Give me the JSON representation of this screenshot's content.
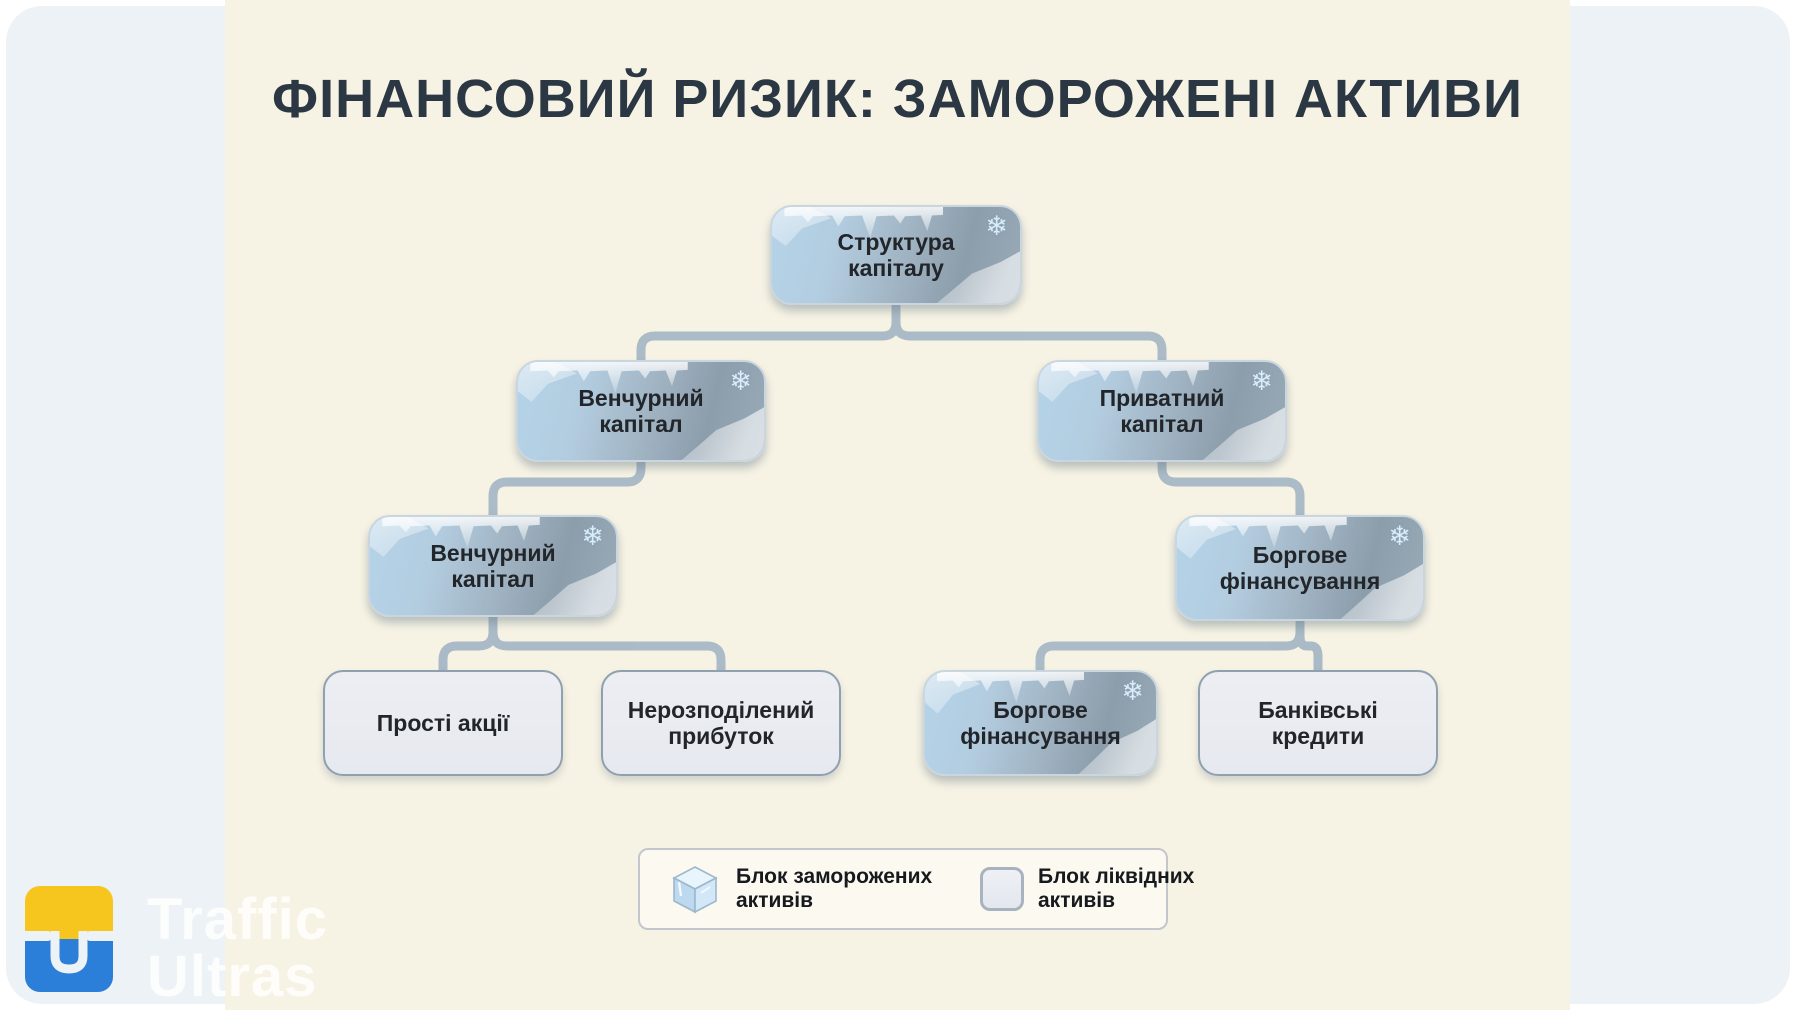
{
  "title": "ФІНАНСОВИЙ РИЗИК: ЗАМОРОЖЕНІ АКТИВИ",
  "colors": {
    "canvas_panel": "#edf2f6",
    "card": "#f7f3e4",
    "connector": "#a4b6c4",
    "frozen_gradient_start": "#b4d3e8",
    "frozen_gradient_end": "#8c9dab",
    "liquid_fill": "#e9ebf1",
    "liquid_border": "#8fa0af",
    "title_text": "#2b3844",
    "brand_yellow": "#f6c51e",
    "brand_blue": "#2b7fd9"
  },
  "nodes": [
    {
      "id": "root",
      "label": "Структура капіталу",
      "type": "frozen"
    },
    {
      "id": "l2l",
      "label": "Венчурний капітал",
      "type": "frozen"
    },
    {
      "id": "l2r",
      "label": "Приватний капітал",
      "type": "frozen"
    },
    {
      "id": "l3l",
      "label": "Венчурний капітал",
      "type": "frozen"
    },
    {
      "id": "l3r",
      "label": "Боргове фінансування",
      "type": "frozen"
    },
    {
      "id": "leaf1",
      "label": "Прості акції",
      "type": "liquid"
    },
    {
      "id": "leaf2",
      "label": "Нерозподілений прибуток",
      "type": "liquid"
    },
    {
      "id": "leaf3",
      "label": "Боргове фінансування",
      "type": "frozen"
    },
    {
      "id": "leaf4",
      "label": "Банківські кредити",
      "type": "liquid"
    }
  ],
  "icons": {
    "snowflake": "❄"
  },
  "legend": {
    "frozen_label": "Блок заморожених активів",
    "liquid_label": "Блок ліквідних активів"
  },
  "brand": {
    "line1": "Traffic",
    "line2": "Ultras"
  }
}
